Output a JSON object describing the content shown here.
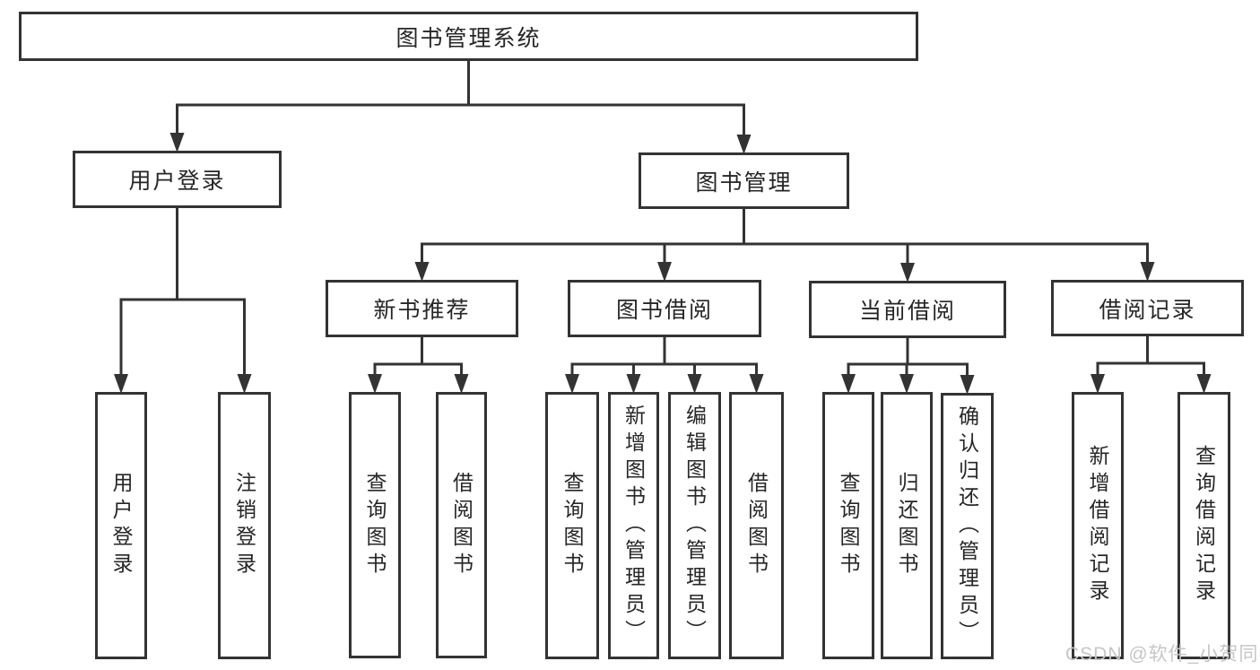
{
  "diagram": {
    "type": "tree",
    "title": "图书管理系统",
    "watermark": "CSDN @软件_小贺同学",
    "colors": {
      "line": "#333333",
      "text": "#262626",
      "box_background": "#ffffff",
      "page_background": "#ffffff",
      "watermark": "#c6c6c6"
    },
    "nodes": [
      {
        "id": "root",
        "label": "图书管理系统"
      },
      {
        "id": "user-login",
        "label": "用户登录"
      },
      {
        "id": "book-management",
        "label": "图书管理"
      },
      {
        "id": "new-book-recommend",
        "label": "新书推荐"
      },
      {
        "id": "book-borrowing",
        "label": "图书借阅"
      },
      {
        "id": "current-borrowing",
        "label": "当前借阅"
      },
      {
        "id": "borrow-records",
        "label": "借阅记录"
      },
      {
        "id": "leaf-user-login",
        "label": "用户登录"
      },
      {
        "id": "leaf-logout",
        "label": "注销登录"
      },
      {
        "id": "leaf-query-books-1",
        "label": "查询图书"
      },
      {
        "id": "leaf-borrow-books-1",
        "label": "借阅图书"
      },
      {
        "id": "leaf-query-books-2",
        "label": "查询图书"
      },
      {
        "id": "leaf-add-books-admin",
        "label": "新增图书（管理员）"
      },
      {
        "id": "leaf-edit-books-admin",
        "label": "编辑图书（管理员）"
      },
      {
        "id": "leaf-borrow-books-2",
        "label": "借阅图书"
      },
      {
        "id": "leaf-query-books-3",
        "label": "查询图书"
      },
      {
        "id": "leaf-return-books",
        "label": "归还图书"
      },
      {
        "id": "leaf-confirm-return-admin",
        "label": "确认归还（管理员）"
      },
      {
        "id": "leaf-add-borrow-record",
        "label": "新增借阅记录"
      },
      {
        "id": "leaf-query-borrow-record",
        "label": "查询借阅记录"
      }
    ],
    "edges": [
      {
        "parent": "root",
        "children": [
          "user-login",
          "book-management"
        ]
      },
      {
        "parent": "user-login",
        "children": [
          "leaf-user-login",
          "leaf-logout"
        ]
      },
      {
        "parent": "book-management",
        "children": [
          "new-book-recommend",
          "book-borrowing",
          "current-borrowing",
          "borrow-records"
        ]
      },
      {
        "parent": "new-book-recommend",
        "children": [
          "leaf-query-books-1",
          "leaf-borrow-books-1"
        ]
      },
      {
        "parent": "book-borrowing",
        "children": [
          "leaf-query-books-2",
          "leaf-add-books-admin",
          "leaf-edit-books-admin",
          "leaf-borrow-books-2"
        ]
      },
      {
        "parent": "current-borrowing",
        "children": [
          "leaf-query-books-3",
          "leaf-return-books",
          "leaf-confirm-return-admin"
        ]
      },
      {
        "parent": "borrow-records",
        "children": [
          "leaf-add-borrow-record",
          "leaf-query-borrow-record"
        ]
      }
    ]
  }
}
